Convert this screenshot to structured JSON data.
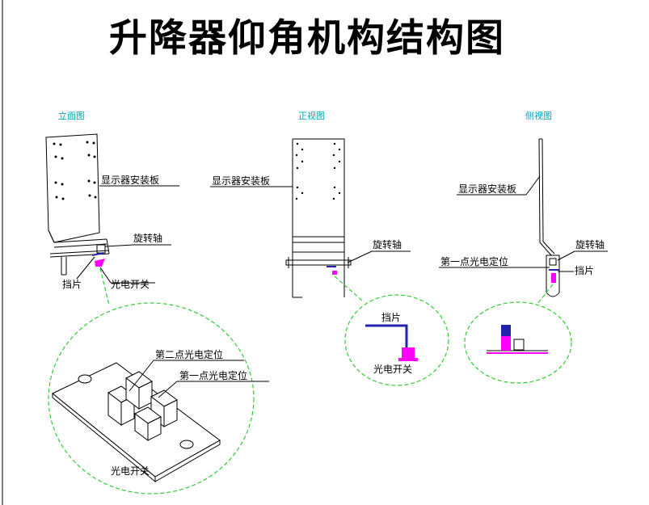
{
  "title": "升降器仰角机构结构图",
  "views": {
    "front": "立面图",
    "main": "正视图",
    "side": "侧视图"
  },
  "labels": {
    "display_plate": "显示器安装板",
    "rotation_axis": "旋转轴",
    "blocker": "挡片",
    "photo_switch": "光电开关",
    "second_point": "第二点光电定位",
    "first_point": "第一点光电定位"
  },
  "colors": {
    "callout_dashed": "#33cc33",
    "blocker_blue": "#2222aa",
    "switch_magenta": "#ff00ff",
    "view_label": "#00a8b8"
  }
}
